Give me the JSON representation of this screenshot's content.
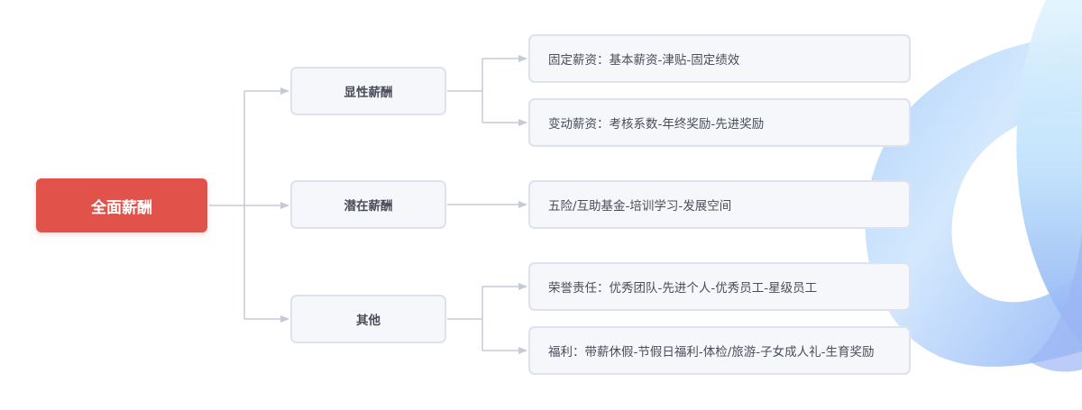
{
  "root": {
    "label": "全面薪酬"
  },
  "categories": [
    {
      "label": "显性薪酬",
      "items": [
        "固定薪资：基本薪资-津贴-固定绩效",
        "变动薪资：考核系数-年终奖励-先进奖励"
      ]
    },
    {
      "label": "潜在薪酬",
      "items": [
        "五险/互助基金-培训学习-发展空间"
      ]
    },
    {
      "label": "其他",
      "items": [
        "荣誉责任：优秀团队-先进个人-优秀员工-星级员工",
        "福利：带薪休假-节假日福利-体检/旅游-子女成人礼-生育奖励"
      ]
    }
  ],
  "colors": {
    "root": "#e0524a",
    "node_bg": "#f6f7fb",
    "node_border": "#dde2ee",
    "connector": "#c4cad8",
    "text": "#4a4d5a"
  }
}
